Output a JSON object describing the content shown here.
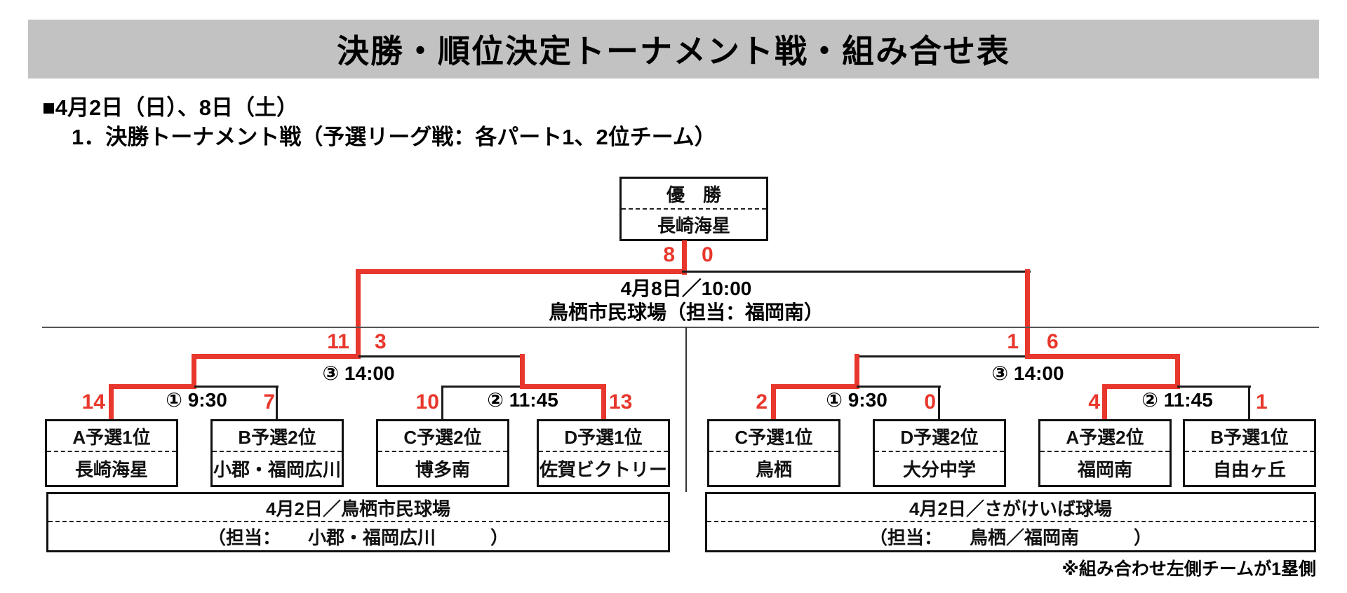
{
  "title": "決勝・順位決定トーナメント戦・組み合せ表",
  "headings": {
    "date": "■4月2日（日）、8日（土）",
    "section": "1．決勝トーナメント戦（予選リーグ戦：各パート1、2位チーム）"
  },
  "colors": {
    "accent_red": "#e8372c",
    "title_bg": "#c2c2c2"
  },
  "champion": {
    "label": "優　勝",
    "team": "長崎海星"
  },
  "final_match": {
    "score_left": "8",
    "score_right": "0",
    "datetime": "4月8日／10:00",
    "venue": "鳥栖市民球場（担当：福岡南）"
  },
  "semifinal_left": {
    "label": "③ 14:00",
    "score_left": "11",
    "score_right": "3"
  },
  "semifinal_right": {
    "label": "③ 14:00",
    "score_left": "1",
    "score_right": "6"
  },
  "round1": {
    "left1": {
      "label": "① 9:30",
      "score_left": "14",
      "score_right": "7"
    },
    "left2": {
      "label": "② 11:45",
      "score_left": "10",
      "score_right": "13"
    },
    "right1": {
      "label": "① 9:30",
      "score_left": "2",
      "score_right": "0"
    },
    "right2": {
      "label": "② 11:45",
      "score_left": "4",
      "score_right": "1"
    }
  },
  "teams": [
    {
      "seed": "A予選1位",
      "name": "長崎海星"
    },
    {
      "seed": "B予選2位",
      "name": "小郡・福岡広川"
    },
    {
      "seed": "C予選2位",
      "name": "博多南"
    },
    {
      "seed": "D予選1位",
      "name": "佐賀ビクトリー"
    },
    {
      "seed": "C予選1位",
      "name": "鳥栖"
    },
    {
      "seed": "D予選2位",
      "name": "大分中学"
    },
    {
      "seed": "A予選2位",
      "name": "福岡南"
    },
    {
      "seed": "B予選1位",
      "name": "自由ヶ丘"
    }
  ],
  "venue_left": {
    "line1": "4月2日／鳥栖市民球場",
    "line2": "（担当：　　小郡・福岡広川　　　）"
  },
  "venue_right": {
    "line1": "4月2日／さがけいば球場",
    "line2": "（担当：　　鳥栖／福岡南　　　）"
  },
  "footnote": "※組み合わせ左側チームが1塁側"
}
